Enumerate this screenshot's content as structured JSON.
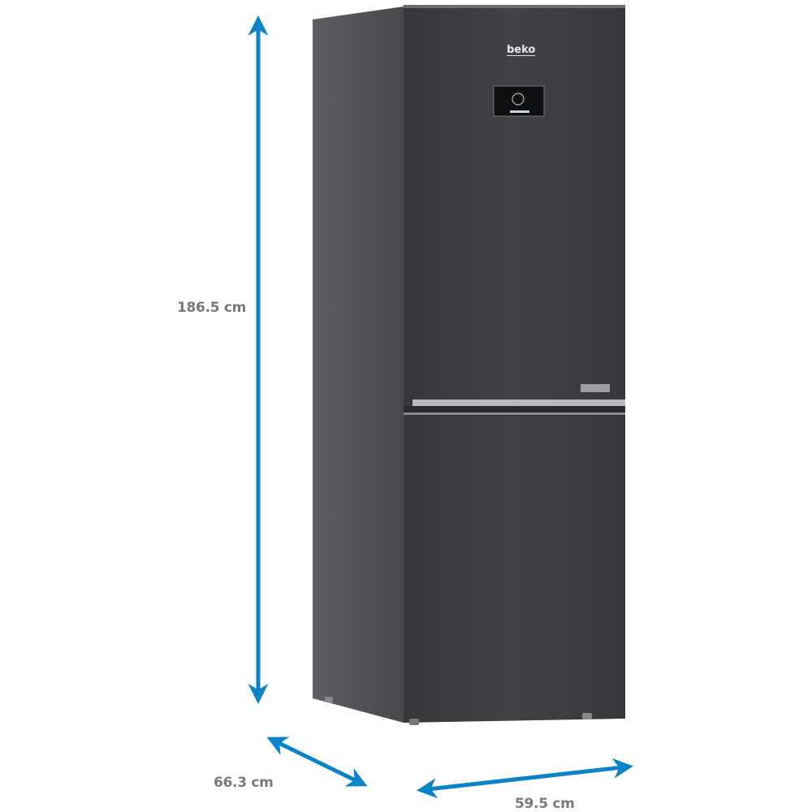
{
  "product": {
    "brand_logo": "beko",
    "finish_color": "#3b3d40"
  },
  "dimensions": {
    "height": "186.5 cm",
    "depth": "66.3 cm",
    "width": "59.5 cm"
  },
  "colors": {
    "arrow": "#0b83c9",
    "label": "#7a7a7a"
  }
}
